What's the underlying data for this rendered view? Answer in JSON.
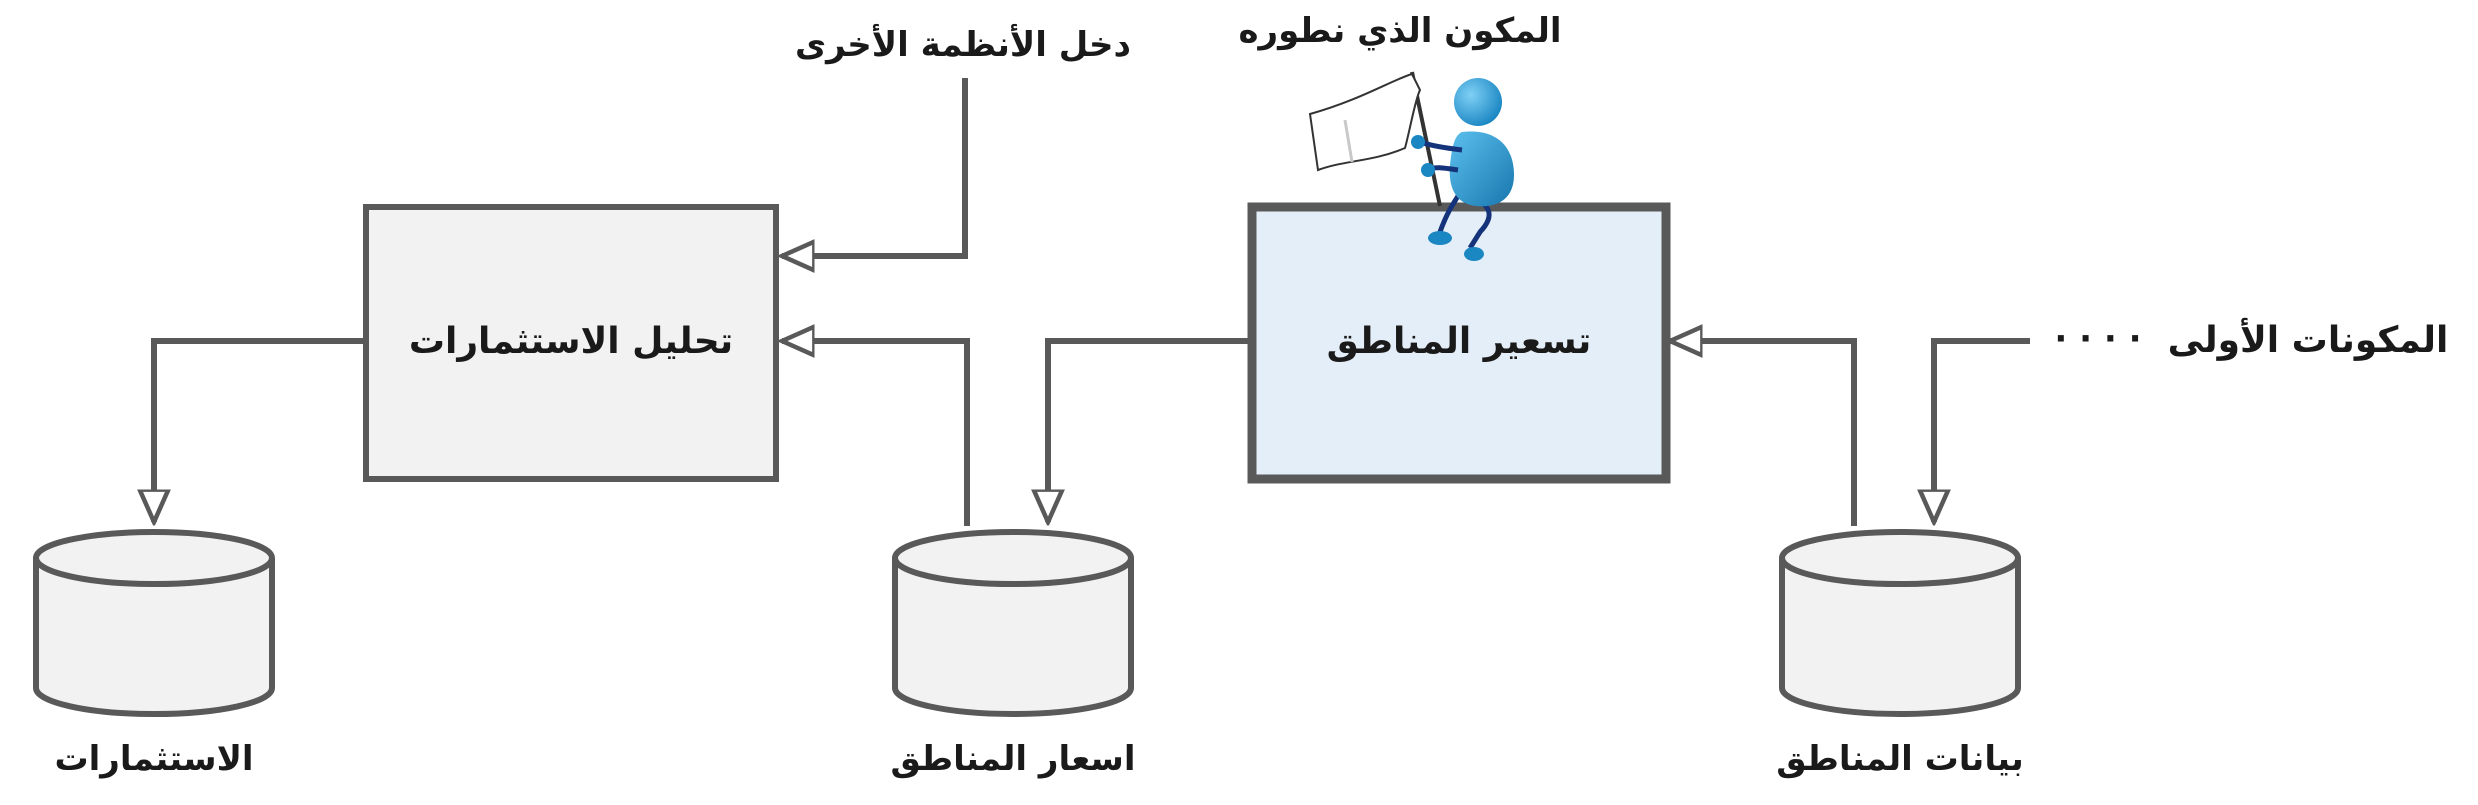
{
  "labels": {
    "other_systems_input": "دخل الأنظمة الأخرى",
    "our_component": "المكون الذي نطوره",
    "first_components": "المكونات الأولى",
    "dots": "· · · ·"
  },
  "boxes": {
    "investment_analysis": "تحليل الاستثمارات",
    "region_pricing": "تسعير المناطق"
  },
  "stores": {
    "investments": "الاستثمارات",
    "region_prices": "اسعار المناطق",
    "region_data": "بيانات المناطق"
  },
  "colors": {
    "line": "#595959",
    "box_fill": "#f2f2f2",
    "highlight_fill": "#e4eef8",
    "figure_blue": "#2a9fd6"
  }
}
